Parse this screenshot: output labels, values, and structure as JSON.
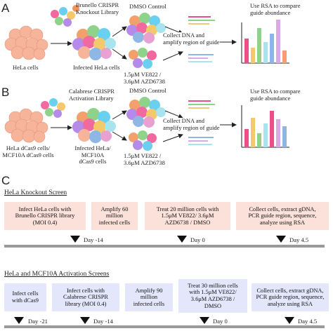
{
  "panels": {
    "a": "A",
    "b": "B",
    "c": "C"
  },
  "panel_a": {
    "library": "Brunello CRISPR\nKnockout Library",
    "cells": "HeLa cells",
    "infected": "Infected HeLa cells",
    "dmso": "DMSO Control",
    "drug": "1.5μM VE822 /\n3.6μM AZD6738",
    "collect": "Collect DNA and\namplify region of guide",
    "rsa": "Use RSA to compare\nguide abundance"
  },
  "panel_b": {
    "library": "Calabrese CRISPR\nActivation Library",
    "cells": "HeLa dCas9 cells/\nMCF10A dCas9 cells",
    "infected": "Infected HeLa/\nMCF10A\ndCas9 cells",
    "dmso": "DMSO Control",
    "drug": "1.5μM VE822 /\n3.6μM AZD6738",
    "collect": "Collect DNA and\namplify region of guide",
    "rsa": "Use RSA to compare\nguide abundance"
  },
  "screen1": {
    "title": "HeLa Knockout Screen",
    "steps": [
      "Infect HeLa cells with\nBrunello CRISPR library\n(MOI 0.4)",
      "Amplify 60\nmillion\ninfected cells",
      "Treat 20 million cells with\n1.5μM VE822/ 3.6μM\nAZD6738 / DMSO",
      "Collect cells, extract gDNA,\nPCR guide region, sequence,\nanalyze using RSA"
    ],
    "days": [
      "Day -14",
      "Day 0",
      "Day 4.5"
    ]
  },
  "screen2": {
    "title": "HeLa and MCF10A Activation Screens",
    "steps": [
      "Infect cells\nwith dCas9",
      "Infect cells with\nCalabrese CRISPR\nlibrary (MOI 0.4)",
      "Amplify 90\nmillion\ninfected cells",
      "Treat 30 million cells\nwith 1.5μM VE822/\n3.6μM AZD6738 /\nDMSO",
      "Collect cells, extract gDNA,\nPCR guide region, sequence,\nanalyze using RSA"
    ],
    "days": [
      "Day -21",
      "Day -14",
      "Day 0",
      "Day 4.5"
    ]
  },
  "colors": {
    "pink_box": "#fbe1da",
    "blue_box": "#e4e6fb",
    "timeline": "#9a9a9a",
    "hela_cell": "#f6b49a",
    "bar_colors": [
      "#ee4d87",
      "#f2c96b",
      "#8fd28a",
      "#a7e4ee",
      "#8fb7e6",
      "#d9a9e8"
    ]
  }
}
